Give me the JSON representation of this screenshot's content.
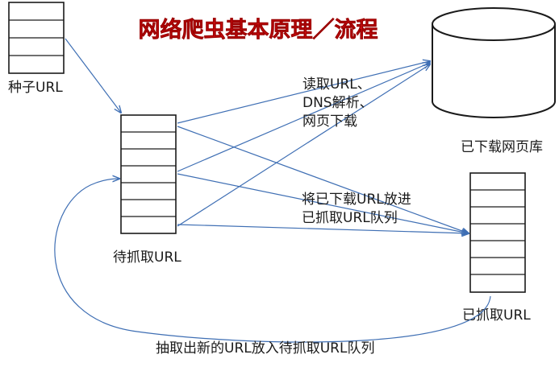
{
  "title": "网络爬虫基本原理／流程",
  "nodes": {
    "seed": {
      "label": "种子URL"
    },
    "pending": {
      "label": "待抓取URL"
    },
    "database": {
      "label": "已下载网页库"
    },
    "crawled": {
      "label": "已抓取URL"
    }
  },
  "edges": {
    "download": {
      "lines": [
        "读取URL、",
        "DNS解析、",
        "网页下载"
      ]
    },
    "enqueue_crawled": {
      "lines": [
        "将已下载URL放进",
        "已抓取URL队列"
      ]
    },
    "extract_new": {
      "label": "抽取出新的URL放入待抓取URL队列"
    }
  },
  "colors": {
    "title": "#e8141a",
    "arrow": "#3f6fb4",
    "outline": "#1a1a1a"
  }
}
